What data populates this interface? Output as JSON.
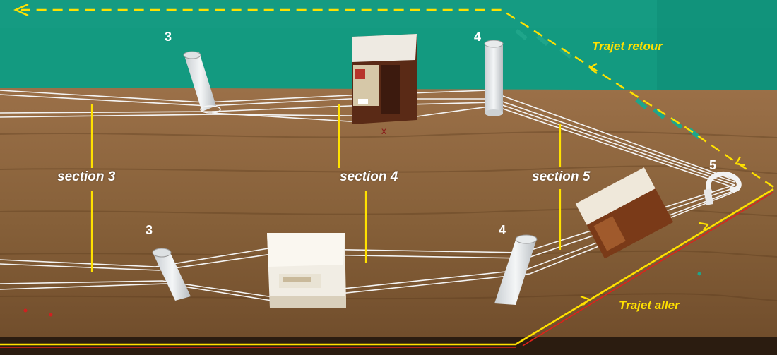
{
  "labels": {
    "trajet_retour": "Trajet retour",
    "trajet_aller": "Trajet  aller",
    "section_3": "section 3",
    "section_4": "section 4",
    "section_5": "section 5"
  },
  "numbers": {
    "top_post_3": "3",
    "top_post_4": "4",
    "hook_5": "5",
    "bottom_post_3": "3",
    "bottom_post_4": "4"
  },
  "colors": {
    "background_green": "#139a80",
    "wood": "#8a6340",
    "path_yellow": "#ffe100",
    "path_red": "#e0201a",
    "string_white": "#f4f4f4",
    "marker_teal": "#1fa58a"
  }
}
